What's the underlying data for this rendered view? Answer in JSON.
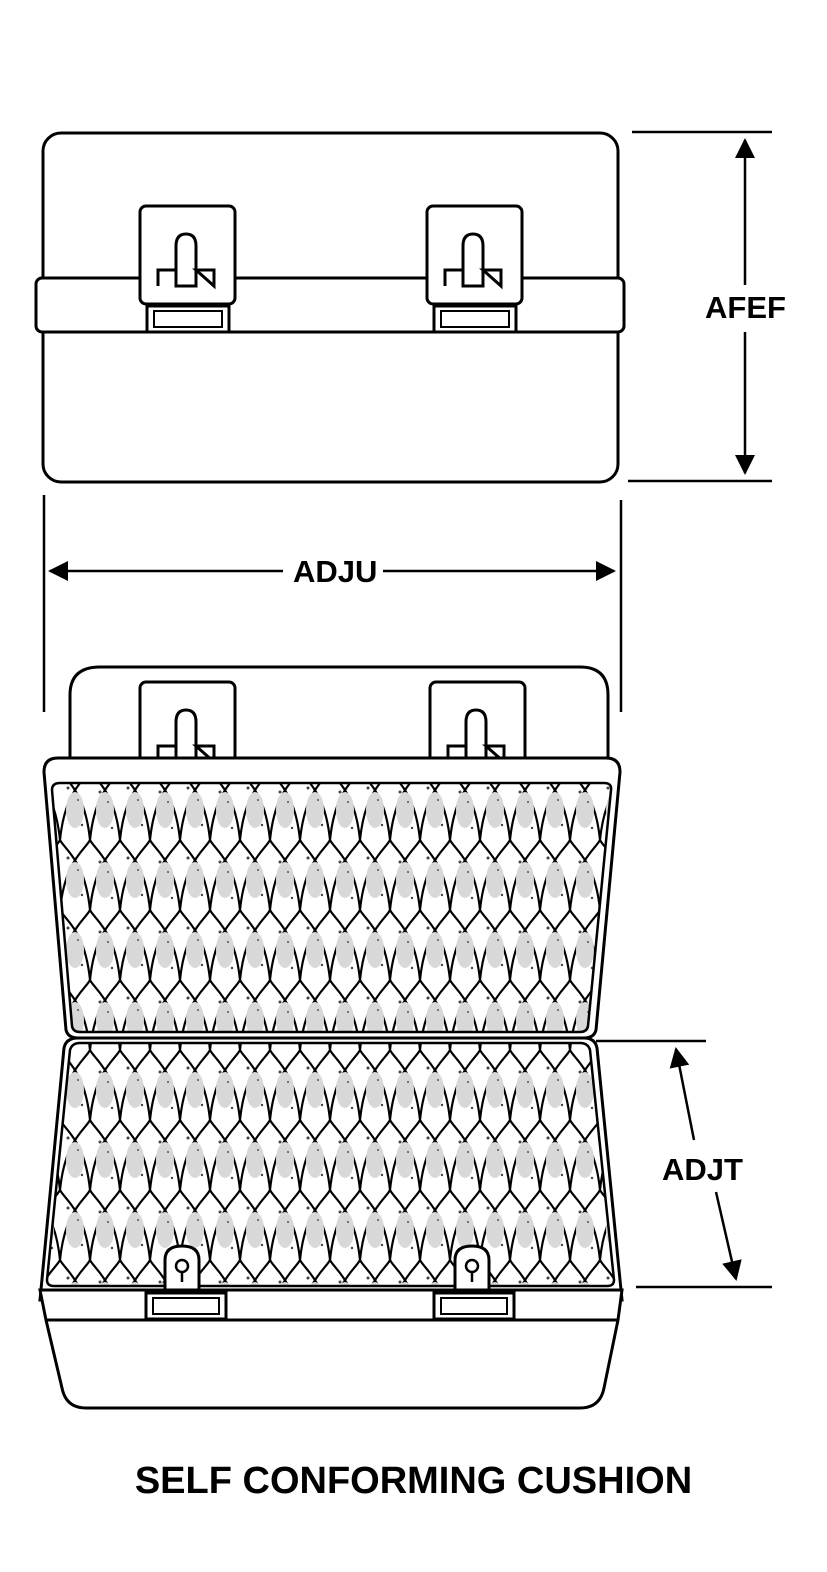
{
  "dimensions": {
    "height": "AFEF",
    "width": "ADJU",
    "depth": "ADJT"
  },
  "caption": "SELF CONFORMING CUSHION"
}
